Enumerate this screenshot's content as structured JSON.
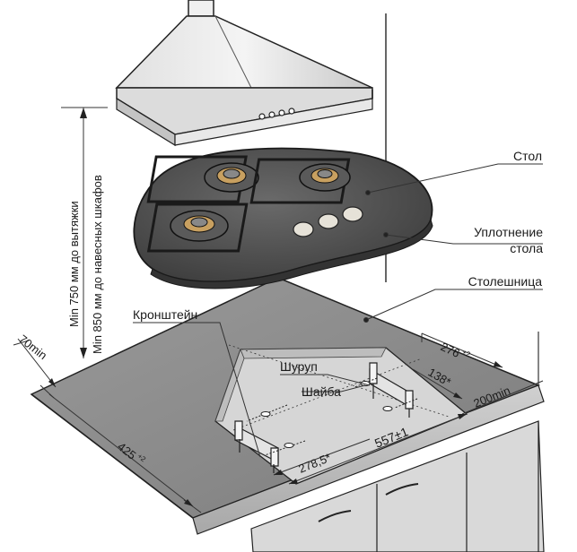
{
  "labels": {
    "table": "Стол",
    "seal_line1": "Уплотнение",
    "seal_line2": "стола",
    "countertop": "Столешница",
    "bracket": "Кронштейн",
    "screw": "Шуруп",
    "washer": "Шайба"
  },
  "vertical": {
    "hood_clearance": "Min 750 мм до вытяжки",
    "cabinet_clearance": "Min 850 мм до навесных шкафов"
  },
  "dimensions": {
    "d70": "70min",
    "d425": "425",
    "d425_sup": "+2",
    "d276": "276",
    "d276_sup": "+2",
    "d138": "138*",
    "d200": "200min",
    "d557": "557±1",
    "d278": "278,5*"
  },
  "colors": {
    "counter": "#8a8a8a",
    "hob_glass": "#4a4a4a",
    "cabinet": "#d9d9d9",
    "wall": "#e6e6e6"
  }
}
